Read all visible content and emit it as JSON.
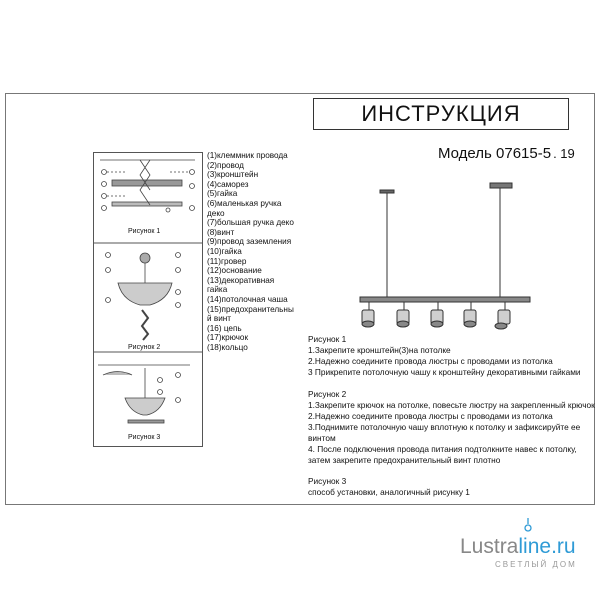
{
  "title": "ИНСТРУКЦИЯ",
  "model_label": "Модель 07615-5",
  "model_suffix": ". 19",
  "parts": [
    "(1)клеммник провода",
    "(2)провод",
    "(3)кронштейн",
    "(4)саморез",
    "(5)гайка",
    "(6)маленькая ручка",
    "деко",
    "(7)большая ручка деко",
    "(8)винт",
    "(9)провод заземления",
    "(10)гайка",
    "(11)гровер",
    "(12)основание",
    "(13)декоративная",
    "гайка",
    "(14)потолочная чаша",
    "(15)предохранительны",
    "й винт",
    "(16) цепь",
    "(17)крючок",
    "(18)кольцо"
  ],
  "figure_labels": {
    "fig1": "Рисунок 1",
    "fig2": "Рисунок 2",
    "fig3": "Рисунок 3"
  },
  "instructions": {
    "fig1": [
      "Рисунок 1",
      "1.Закрепите кронштейн(3)на потолке",
      "2.Надежно соедините провода люстры с проводами из потолка",
      "3 Прикрепите потолочную чашу к кронштейну декоративными гайками"
    ],
    "fig2": [
      "Рисунок 2",
      "1.Закрепите крючок на потолке, повесьте люстру на закрепленный крючок",
      "2.Надежно соедините провода люстры с проводами из потолка",
      "3.Поднимите потолочную чашу вплотную к потолку и зафиксируйте ее",
      "винтом",
      "4.  После подключения провода питания подтолкните навес к потолку,",
      "затем закрепите предохранительный винт плотно"
    ],
    "fig3": [
      "Рисунок 3",
      "способ установки, аналогичный рисунку 1"
    ]
  },
  "brand": {
    "main": "Lustra",
    "accent": "line.ru",
    "sub": "СВЕТЛЫЙ ДОМ"
  }
}
